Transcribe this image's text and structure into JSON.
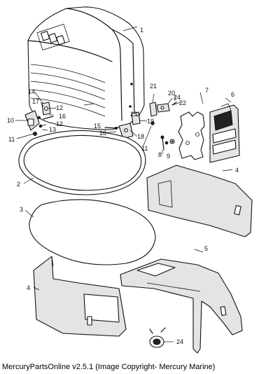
{
  "caption": "MercuryPartsOnline v2.5.1 (Image Copyright- Mercury Marine)",
  "callouts": {
    "c1": "1",
    "c2": "2",
    "c3": "3",
    "c4a": "4",
    "c4b": "4",
    "c5": "5",
    "c6": "6",
    "c7": "7",
    "c8": "8",
    "c9": "9",
    "c10": "10",
    "c11a": "11",
    "c11b": "11",
    "c12a": "12",
    "c12b": "12",
    "c13a": "13",
    "c13b": "13",
    "c14": "14",
    "c15": "15",
    "c16": "16",
    "c17": "17",
    "c18": "18",
    "c19": "19",
    "c20": "20",
    "c21": "21",
    "c22": "22",
    "c23": "23",
    "c24a": "24",
    "c24b": "24"
  }
}
